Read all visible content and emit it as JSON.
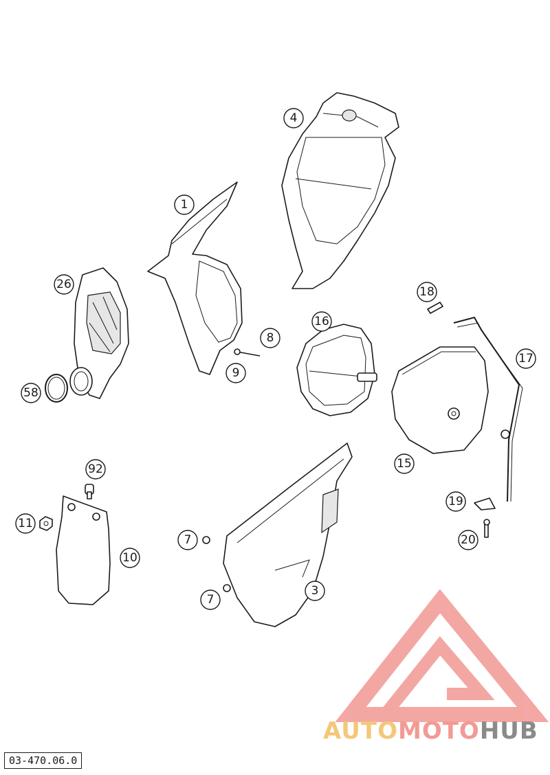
{
  "diagram": {
    "drawing_code": "03-470.06.0",
    "watermark": {
      "part1": "AUTO",
      "part2": "MOTO",
      "part3": "HUB"
    },
    "callouts": [
      {
        "id": "c-1",
        "label": "1"
      },
      {
        "id": "c-4",
        "label": "4"
      },
      {
        "id": "c-26",
        "label": "26"
      },
      {
        "id": "c-58",
        "label": "58"
      },
      {
        "id": "c-8",
        "label": "8"
      },
      {
        "id": "c-9",
        "label": "9"
      },
      {
        "id": "c-16",
        "label": "16"
      },
      {
        "id": "c-18",
        "label": "18"
      },
      {
        "id": "c-17",
        "label": "17"
      },
      {
        "id": "c-15",
        "label": "15"
      },
      {
        "id": "c-92",
        "label": "92"
      },
      {
        "id": "c-11",
        "label": "11"
      },
      {
        "id": "c-10",
        "label": "10"
      },
      {
        "id": "c-7a",
        "label": "7"
      },
      {
        "id": "c-7b",
        "label": "7"
      },
      {
        "id": "c-3",
        "label": "3"
      },
      {
        "id": "c-19",
        "label": "19"
      },
      {
        "id": "c-20",
        "label": "20"
      }
    ],
    "colors": {
      "line": "#1a1a1a",
      "watermark_red": "#f08a85",
      "watermark_yellow": "#f4c77a",
      "watermark_grey": "#8a8a8a"
    }
  }
}
